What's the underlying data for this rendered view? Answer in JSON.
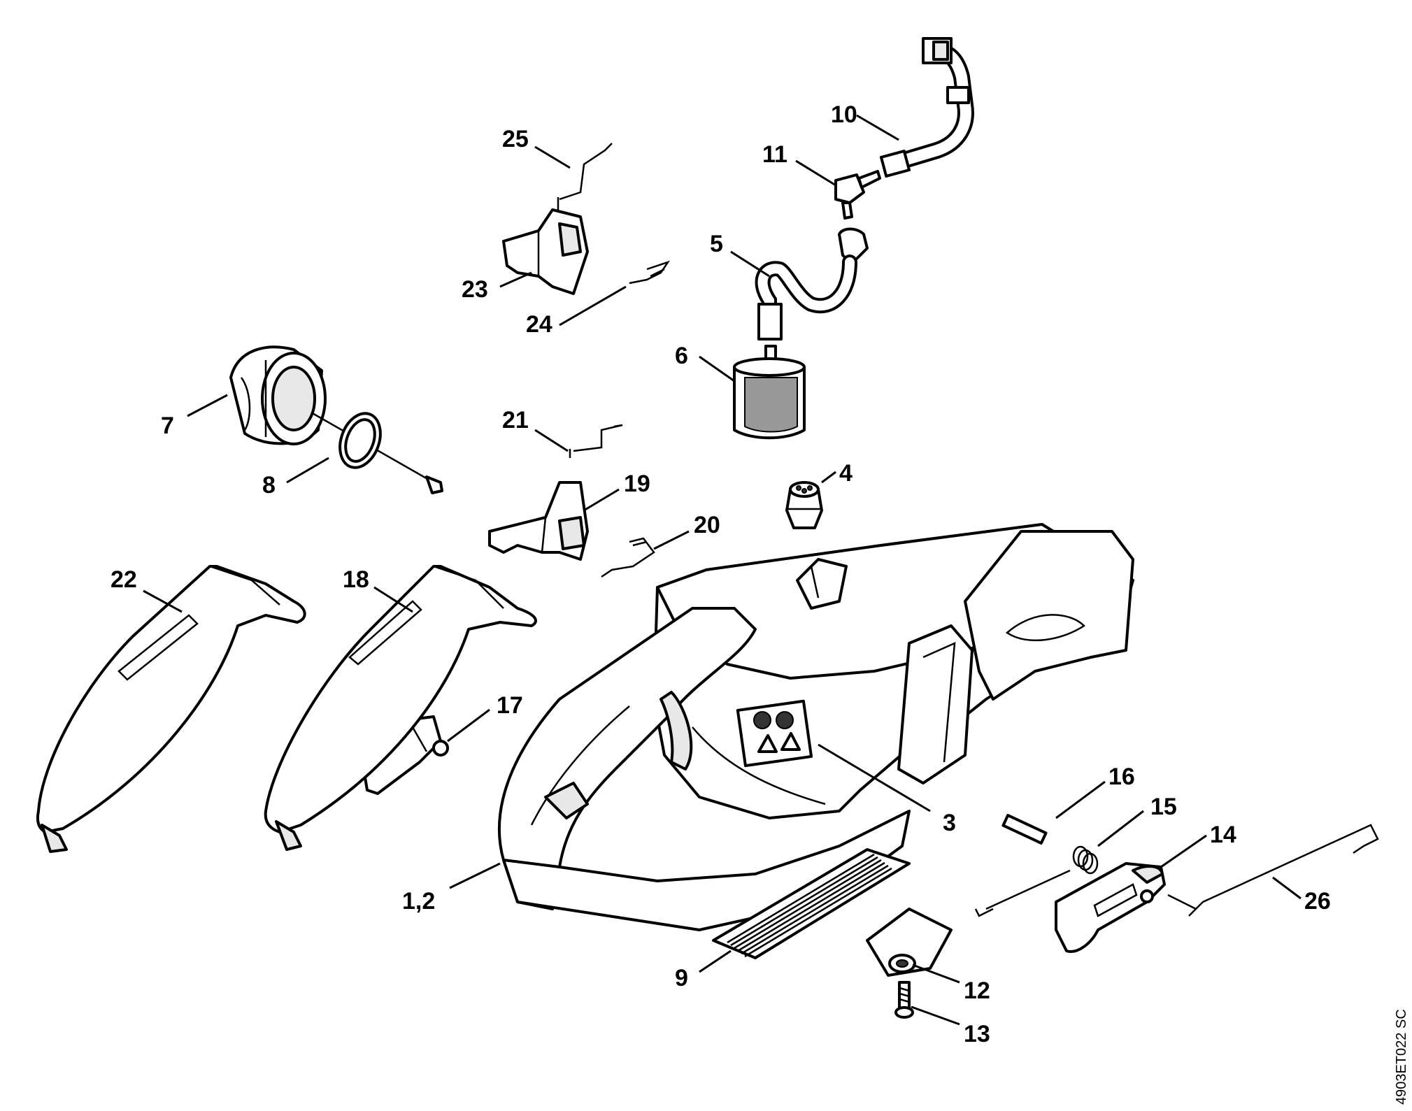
{
  "diagram": {
    "drawing_code": "4903ET022 SC",
    "parts": [
      {
        "key": "p1",
        "label": "1,2"
      },
      {
        "key": "p3",
        "label": "3"
      },
      {
        "key": "p4",
        "label": "4"
      },
      {
        "key": "p5",
        "label": "5"
      },
      {
        "key": "p6",
        "label": "6"
      },
      {
        "key": "p7",
        "label": "7"
      },
      {
        "key": "p8",
        "label": "8"
      },
      {
        "key": "p9",
        "label": "9"
      },
      {
        "key": "p10",
        "label": "10"
      },
      {
        "key": "p11",
        "label": "11"
      },
      {
        "key": "p12",
        "label": "12"
      },
      {
        "key": "p13",
        "label": "13"
      },
      {
        "key": "p14",
        "label": "14"
      },
      {
        "key": "p15",
        "label": "15"
      },
      {
        "key": "p16",
        "label": "16"
      },
      {
        "key": "p17",
        "label": "17"
      },
      {
        "key": "p18",
        "label": "18"
      },
      {
        "key": "p19",
        "label": "19"
      },
      {
        "key": "p20",
        "label": "20"
      },
      {
        "key": "p21",
        "label": "21"
      },
      {
        "key": "p22",
        "label": "22"
      },
      {
        "key": "p23",
        "label": "23"
      },
      {
        "key": "p24",
        "label": "24"
      },
      {
        "key": "p25",
        "label": "25"
      },
      {
        "key": "p26",
        "label": "26"
      }
    ]
  }
}
